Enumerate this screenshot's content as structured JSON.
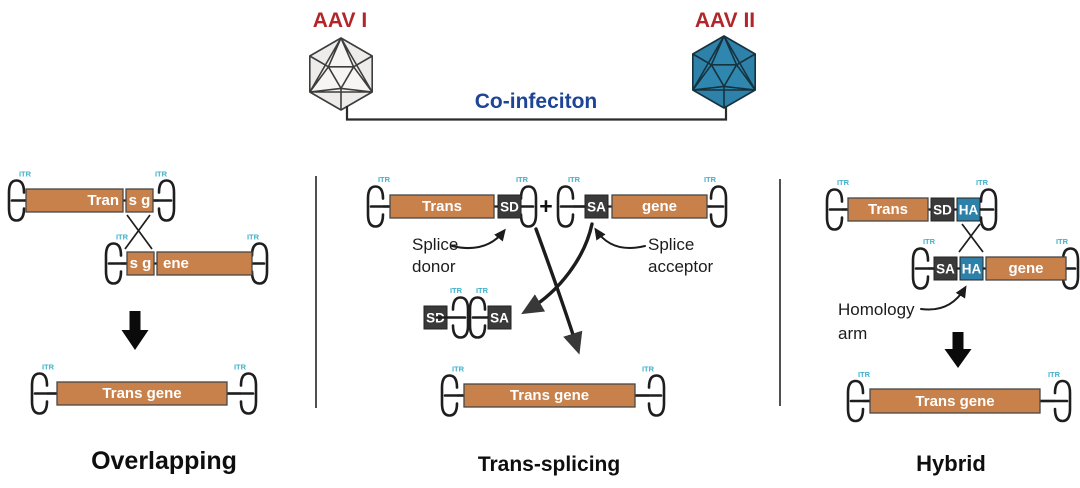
{
  "header": {
    "aav1": "AAV I",
    "aav2": "AAV II",
    "coinfection": "Co-infeciton"
  },
  "itr": "ITR",
  "labels": {
    "trans": "Trans",
    "gene": "gene",
    "trans_gene": "Trans gene",
    "tran_fragment": "Tran",
    "sg_fragment": "s g",
    "ene_fragment": "ene",
    "sd": "SD",
    "sa": "SA",
    "ha": "HA",
    "plus": "+"
  },
  "annotations": {
    "splice_donor": [
      "Splice",
      "donor"
    ],
    "splice_acceptor": [
      "Splice",
      "acceptor"
    ],
    "homology_arm": [
      "Homology",
      "arm"
    ]
  },
  "titles": {
    "overlapping": "Overlapping",
    "trans_splicing": "Trans-splicing",
    "hybrid": "Hybrid"
  },
  "colors": {
    "aav_label_red": "#b2262b",
    "coinfection_blue": "#1d4496",
    "cassette_orange": "#c8814b",
    "splice_box_dark": "#3a3a3a",
    "homology_box_blue": "#2d81a8",
    "itr_label_teal": "#3fb0c9",
    "aav2_capsid_blue": "#2e81a8",
    "aav1_capsid_gray": "#edecea"
  }
}
